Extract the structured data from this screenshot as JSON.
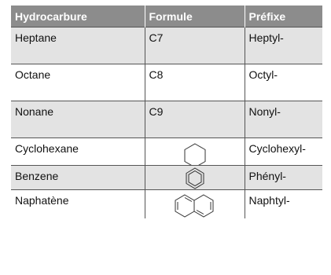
{
  "table": {
    "headers": [
      "Hydrocarbure",
      "Formule",
      "Préfixe"
    ],
    "rows": [
      {
        "name": "Heptane",
        "formula": "C7",
        "prefix": "Heptyl-",
        "structure_icon": ""
      },
      {
        "name": "Octane",
        "formula": "C8",
        "prefix": "Octyl-",
        "structure_icon": ""
      },
      {
        "name": "Nonane",
        "formula": "C9",
        "prefix": "Nonyl-",
        "structure_icon": ""
      },
      {
        "name": "Cyclohexane",
        "formula": "",
        "prefix": "Cyclohexyl-",
        "structure_icon": "cyclohexane-ring-icon"
      },
      {
        "name": "Benzene",
        "formula": "",
        "prefix": "Phényl-",
        "structure_icon": "benzene-ring-icon"
      },
      {
        "name": "Naphatène",
        "formula": "",
        "prefix": "Naphtyl-",
        "structure_icon": "naphthalene-rings-icon"
      }
    ]
  },
  "colors": {
    "header_bg": "#8c8c8c",
    "header_text": "#ffffff",
    "shaded_row": "#e3e3e3",
    "border": "#555555"
  }
}
